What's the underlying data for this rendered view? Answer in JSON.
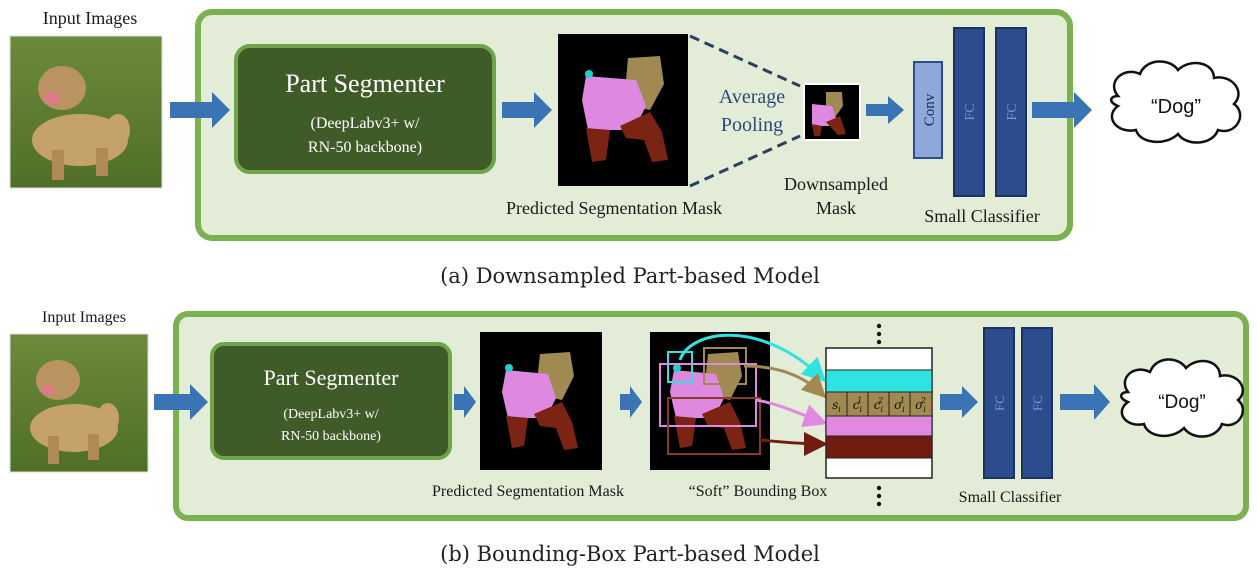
{
  "panel_a": {
    "input_label": "Input Images",
    "segmenter_title": "Part Segmenter",
    "segmenter_sub1": "(DeepLabv3+ w/",
    "segmenter_sub2": "RN-50 backbone)",
    "mask_label": "Predicted Segmentation Mask",
    "pool_label1": "Average",
    "pool_label2": "Pooling",
    "down_label1": "Downsampled",
    "down_label2": "Mask",
    "conv_label": "Conv",
    "fc1_label": "FC",
    "fc2_label": "FC",
    "classifier_label": "Small Classifier",
    "output_label": "“Dog”",
    "caption": "(a) Downsampled Part-based Model"
  },
  "panel_b": {
    "input_label": "Input Images",
    "segmenter_title": "Part Segmenter",
    "segmenter_sub1": "(DeepLabv3+ w/",
    "segmenter_sub2": "RN-50 backbone)",
    "mask_label": "Predicted Segmentation Mask",
    "bbox_label": "“Soft” Bounding Box",
    "vec_s": "s",
    "vec_c1": "c",
    "vec_c2": "c",
    "vec_sig1": "σ",
    "vec_sig2": "σ",
    "sub_i": "i",
    "sup_1": "1",
    "sup_2": "2",
    "fc1_label": "FC",
    "fc2_label": "FC",
    "classifier_label": "Small Classifier",
    "output_label": "“Dog”",
    "caption": "(b) Bounding-Box Part-based Model"
  },
  "colors": {
    "panel_bg": "#e3ecd6",
    "panel_border": "#7bb14f",
    "segmenter_fill": "#3e5b28",
    "segmenter_border": "#6fa44a",
    "arrow": "#3a74b4",
    "fc_fill": "#2c4c8e",
    "conv_fill": "#8fa8dc",
    "part_head": "#a08a52",
    "part_body": "#df88df",
    "part_legs": "#7c2414",
    "part_nose": "#1fd1cc",
    "vector_cyan": "#2ee3e0",
    "vector_tan": "#a08a52",
    "vector_pink": "#e089e0",
    "vector_brown": "#6e1d10"
  }
}
